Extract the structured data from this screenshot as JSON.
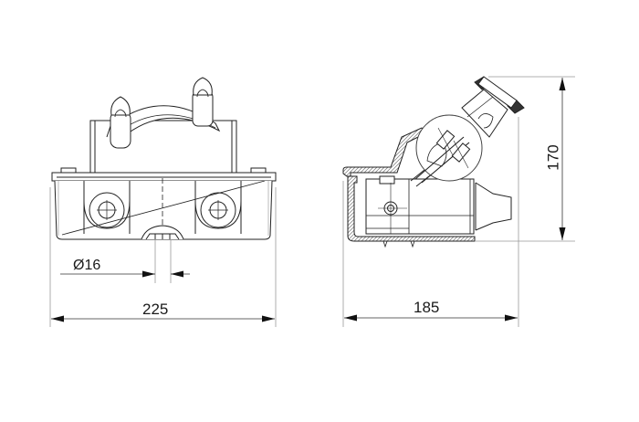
{
  "drawing": {
    "views": [
      {
        "name": "front-view",
        "label": ""
      },
      {
        "name": "side-view",
        "label": ""
      }
    ],
    "dimensions": {
      "width_front": "225",
      "width_side": "185",
      "height_side": "170",
      "diameter": "Ø16"
    },
    "colors": {
      "line": "#222222",
      "dimension_line": "#333333",
      "extension_line": "#999999",
      "hatch": "#777777",
      "background": "#ffffff"
    }
  }
}
